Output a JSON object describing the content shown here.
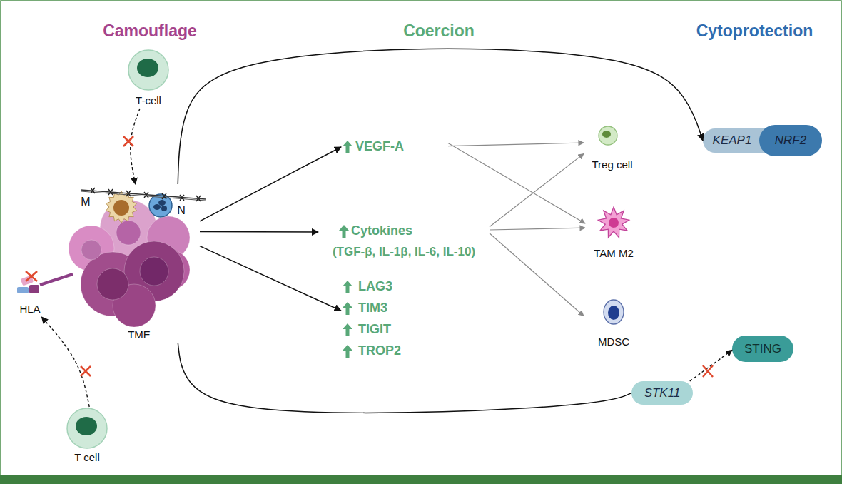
{
  "diagram": {
    "nodes": [
      {
        "text": [
          "T-cell"
        ]
      },
      {
        "text": [
          "TME"
        ]
      },
      {
        "text": [
          "M"
        ],
        "in": 1
      },
      {
        "text": [
          "N"
        ],
        "in": 1
      },
      {
        "text": [
          "HLA"
        ]
      },
      {
        "text": [
          "T cell"
        ]
      },
      {
        "text": [
          "VEGF-A"
        ]
      },
      {
        "text": [
          "Cytokines",
          "(TGF-β, IL-1β, IL-6, IL-10)"
        ]
      },
      {
        "text": [
          "LAG3",
          "TIM3",
          "TIGIT",
          "TROP2"
        ]
      },
      {
        "text": [
          "Treg cell"
        ]
      },
      {
        "text": [
          "TAM M2"
        ]
      },
      {
        "text": [
          "MDSC"
        ]
      },
      {
        "text": [
          "KEAP1"
        ]
      },
      {
        "text": [
          "NRF2"
        ]
      },
      {
        "text": [
          "STK11"
        ]
      },
      {
        "text": [
          "STING"
        ]
      }
    ],
    "edges": [
      {
        "from": 0,
        "to": 1,
        "arrow": "to"
      },
      {
        "from": 5,
        "to": 4,
        "arrow": "to"
      },
      {
        "from": 1,
        "to": 6,
        "arrow": "to"
      },
      {
        "from": 1,
        "to": 7,
        "arrow": "to"
      },
      {
        "from": 1,
        "to": 8,
        "arrow": "to"
      },
      {
        "from": 6,
        "to": 9,
        "arrow": "to"
      },
      {
        "from": 6,
        "to": 10,
        "arrow": "to"
      },
      {
        "from": 7,
        "to": 9,
        "arrow": "to"
      },
      {
        "from": 7,
        "to": 10,
        "arrow": "to"
      },
      {
        "from": 7,
        "to": 11,
        "arrow": "to"
      },
      {
        "from": 1,
        "to": 12,
        "arrow": "to"
      },
      {
        "from": 1,
        "to": 14,
        "arrow": "none"
      },
      {
        "from": 14,
        "to": 15,
        "arrow": "to"
      }
    ],
    "labels": [
      "Camouflage",
      "Coercion",
      "Cytoprotection"
    ]
  }
}
